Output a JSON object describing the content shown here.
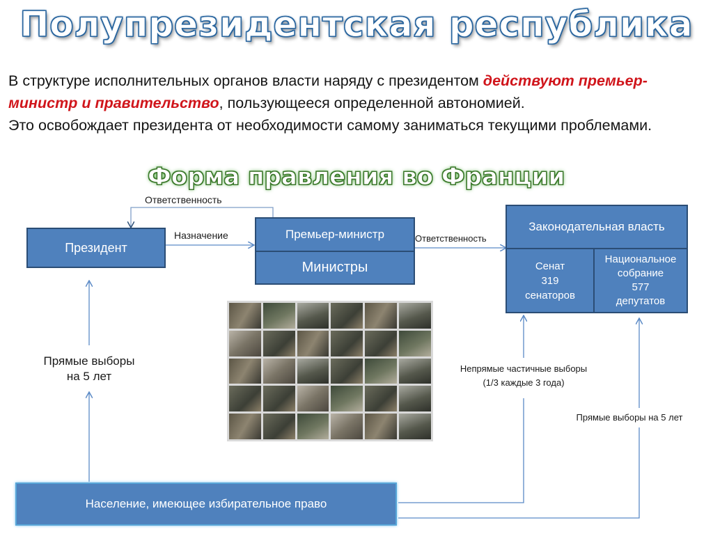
{
  "title": "Полупрезидентская республика",
  "intro": {
    "p1_a": "В структуре исполнительных органов власти наряду с президентом ",
    "p1_red": "действуют премьер-министр и правительство",
    "p1_b": ", пользующееся определенной автономией.",
    "p2": "Это освобождает президента от необходимости самому заниматься текущими проблемами."
  },
  "subtitle": "Форма правления во Франции",
  "diagram": {
    "president": "Президент",
    "pm": "Премьер-министр",
    "ministers": "Министры",
    "legislative": "Законодательная власть",
    "senate": "Сенат\n319\nсенаторов",
    "national_assembly": "Национальное собрание\n577\nдепутатов",
    "population": "Население, имеющее избирательное право",
    "label_responsibility_top": "Ответственность",
    "label_appointment": "Назначение",
    "label_responsibility_right": "Ответственность",
    "label_direct_elections_left": "Прямые выборы\nна 5 лет",
    "label_indirect": "Непрямые частичные выборы\n(1/3 каждые 3 года)",
    "label_direct_elections_right": "Прямые выборы на 5 лет"
  },
  "image": {
    "alt": "фотоколлаж"
  },
  "colors": {
    "box_fill": "#4f81bd",
    "box_border": "#2b4d75",
    "arrow": "#5b8ac6",
    "accent_red": "#d0151b"
  }
}
